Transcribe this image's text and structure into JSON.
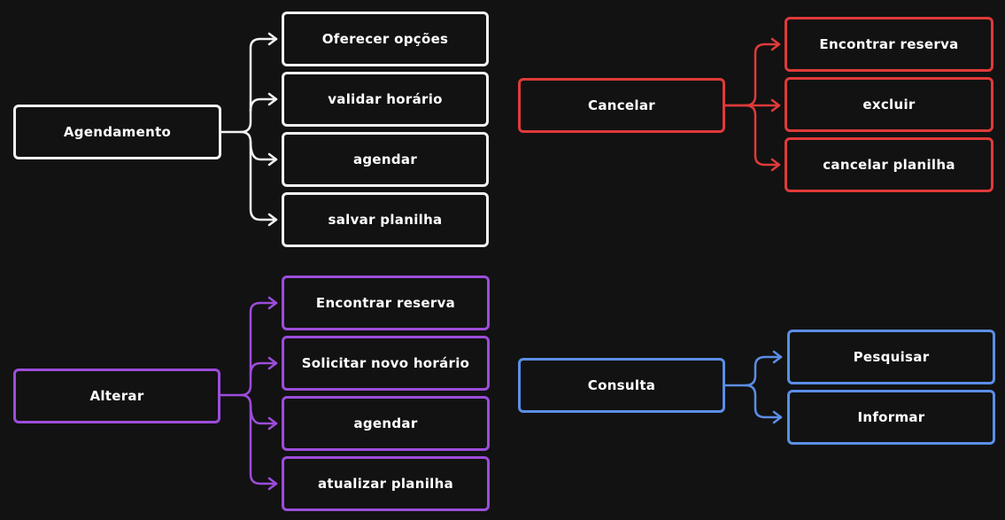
{
  "colors": {
    "background": "#121212",
    "white": "#f2f2f2",
    "red": "#e03a3a",
    "purple": "#9c4ddb",
    "blue": "#5b8ee6"
  },
  "groups": {
    "agendamento": {
      "root": "Agendamento",
      "children": [
        "Oferecer opções",
        "validar horário",
        "agendar",
        "salvar planilha"
      ]
    },
    "cancelar": {
      "root": "Cancelar",
      "children": [
        "Encontrar reserva",
        "excluir",
        "cancelar planilha"
      ]
    },
    "alterar": {
      "root": "Alterar",
      "children": [
        "Encontrar reserva",
        "Solicitar novo horário",
        "agendar",
        "atualizar planilha"
      ]
    },
    "consulta": {
      "root": "Consulta",
      "children": [
        "Pesquisar",
        "Informar"
      ]
    }
  }
}
